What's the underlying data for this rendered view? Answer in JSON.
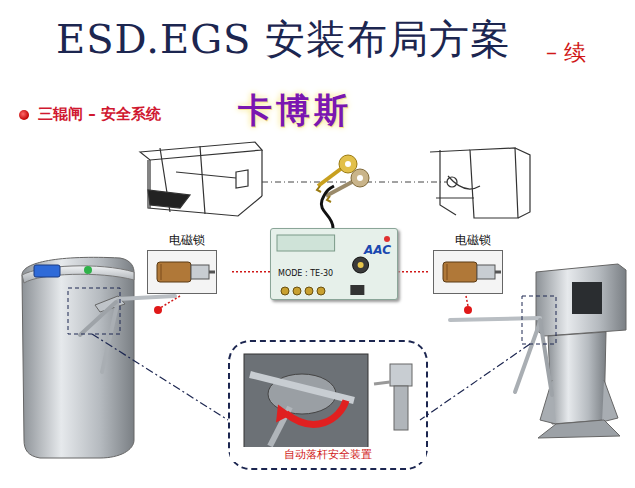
{
  "diagram": {
    "title": "ESD.EGS 安装布局方案",
    "nodes": [
      {
        "text": [
          "电磁锁"
        ]
      },
      {
        "text": [
          "AAC",
          "MODE : TE-30"
        ]
      },
      {
        "text": [
          "电磁锁"
        ]
      },
      {
        "text": [
          "自动落杆安全装置"
        ]
      }
    ],
    "edges": [
      {
        "from": 1,
        "to": 0,
        "arrow": "none"
      },
      {
        "from": 1,
        "to": 2,
        "arrow": "none"
      }
    ],
    "labels": [
      "– 续",
      "三辊闸 – 安全系统",
      "卡博斯"
    ]
  }
}
